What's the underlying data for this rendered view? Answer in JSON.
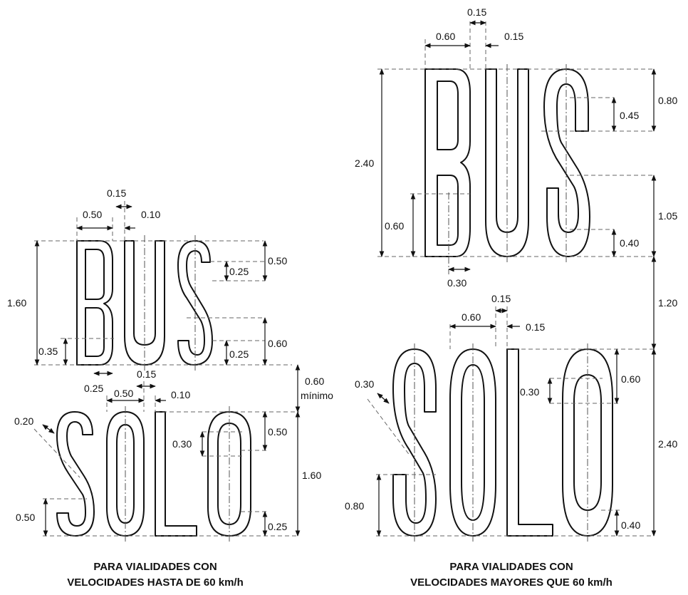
{
  "left": {
    "bus": {
      "top_dims": [
        "0.15",
        "0.50",
        "0.10"
      ],
      "height": "1.60",
      "b_lower": "0.35",
      "s_top_small": "0.25",
      "s_top_big": "0.50",
      "s_bot_small": "0.25",
      "s_bot_big": "0.60",
      "bottom_dim": "0.25"
    },
    "gap": "0.60",
    "gap_note": "mínimo",
    "solo": {
      "top_dims": [
        "0.15",
        "0.50",
        "0.10"
      ],
      "diag": "0.20",
      "s_lower": "0.50",
      "o_inner": "0.30",
      "o_top": "0.50",
      "height": "1.60",
      "o_bottom": "0.25"
    },
    "caption": [
      "PARA VIALIDADES CON",
      "VELOCIDADES HASTA DE 60 km/h"
    ]
  },
  "right": {
    "bus": {
      "top_dims": [
        "0.15",
        "0.60",
        "0.15"
      ],
      "height": "2.40",
      "b_lower": "0.60",
      "bottom_dim": "0.30",
      "s_inner_top": "0.45",
      "s_top": "0.80",
      "s_mid": "1.05",
      "s_inner_bot": "0.40"
    },
    "gap": "1.20",
    "solo": {
      "top_dims": [
        "0.15",
        "0.60",
        "0.15"
      ],
      "diag": "0.30",
      "s_lower": "0.80",
      "o_inner": "0.30",
      "o_top": "0.60",
      "height": "2.40",
      "o_bottom": "0.40"
    },
    "caption": [
      "PARA VIALIDADES CON",
      "VELOCIDADES MAYORES QUE 60 km/h"
    ]
  }
}
